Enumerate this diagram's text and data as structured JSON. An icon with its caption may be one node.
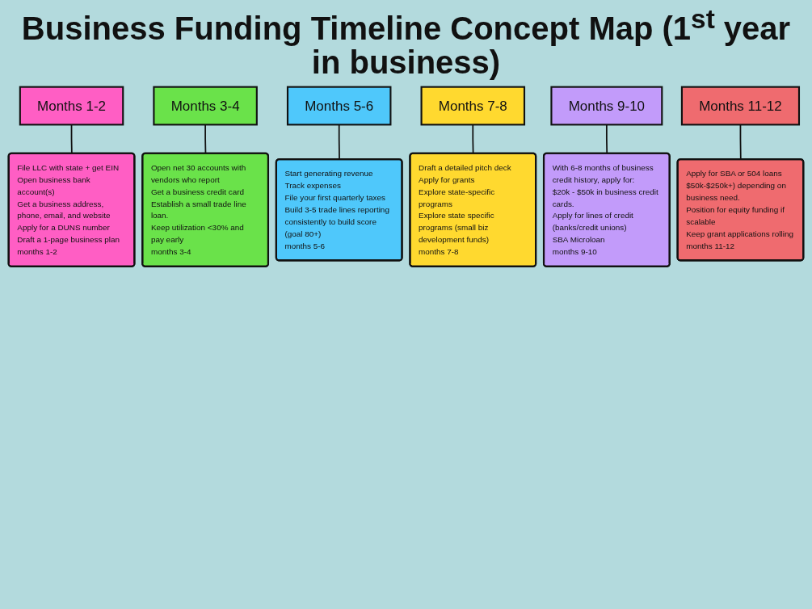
{
  "diagram": {
    "title": "Business Funding Timeline Concept Map (1$^{st}$ year in business)",
    "nodes": [
      {
        "text": [
          "Months 1-2"
        ]
      },
      {
        "text": [
          "Months 3-4"
        ]
      },
      {
        "text": [
          "Months 5-6"
        ]
      },
      {
        "text": [
          "Months 7-8"
        ]
      },
      {
        "text": [
          "Months 9-10"
        ]
      },
      {
        "text": [
          "Months 11-12"
        ]
      },
      {
        "text": [
          "File LLC with state + get EIN",
          "Open business bank account(s)",
          "Get a business address, phone, email, and website",
          "Apply for a DUNS number",
          "Draft a 1-page business plan",
          "months 1-2"
        ]
      },
      {
        "text": [
          "Open net 30 accounts with vendors who report",
          "Get a business credit card",
          "Establish a small trade line loan.",
          "Keep utilization <30% and pay early",
          "months 3-4"
        ]
      },
      {
        "text": [
          "Start generating revenue",
          "Track expenses",
          "File your first quarterly taxes",
          "Build 3-5 trade lines reporting consistently to build score (goal 80+)",
          "months 5-6"
        ]
      },
      {
        "text": [
          "Draft a detailed pitch deck",
          "Apply for grants",
          "Explore state-specific programs",
          "Explore state specific programs (small biz development funds)",
          "months 7-8"
        ]
      },
      {
        "text": [
          "With 6-8 months of business credit history, apply for:",
          "$20k - $50k in business credit cards.",
          "Apply for lines of credit (banks/credit unions)",
          "SBA Microloan",
          "months 9-10"
        ]
      },
      {
        "text": [
          "Apply for SBA or 504 loans $50k-$250k+) depending on business need.",
          "Position for equity funding if scalable",
          "Keep grant applications rolling",
          "months 11-12"
        ]
      }
    ],
    "edges": [
      {
        "from": 0,
        "to": 6,
        "arrow": "none"
      },
      {
        "from": 1,
        "to": 7,
        "arrow": "none"
      },
      {
        "from": 2,
        "to": 8,
        "arrow": "none"
      },
      {
        "from": 3,
        "to": 9,
        "arrow": "none"
      },
      {
        "from": 4,
        "to": 10,
        "arrow": "none"
      },
      {
        "from": 5,
        "to": 11,
        "arrow": "none"
      }
    ]
  }
}
